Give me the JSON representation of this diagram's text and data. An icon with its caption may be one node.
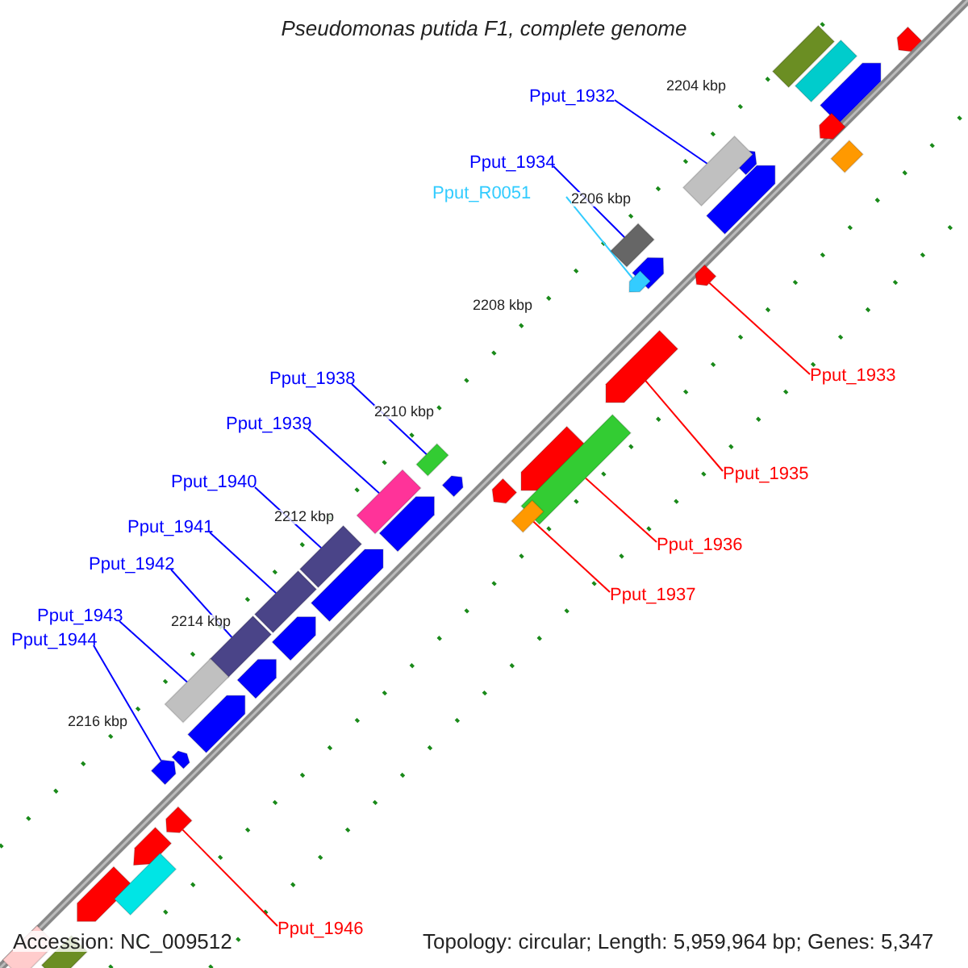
{
  "diagram": {
    "title": "Pseudomonas putida F1, complete genome",
    "nodes": [
      {
        "text": [
          "Pput_1932"
        ]
      },
      {
        "text": [
          "Pput_1934"
        ]
      },
      {
        "text": [
          "Pput_R0051"
        ]
      },
      {
        "text": [
          "Pput_1933"
        ]
      },
      {
        "text": [
          "Pput_1938"
        ]
      },
      {
        "text": [
          "Pput_1939"
        ]
      },
      {
        "text": [
          "Pput_1935"
        ]
      },
      {
        "text": [
          "Pput_1940"
        ]
      },
      {
        "text": [
          "Pput_1941"
        ]
      },
      {
        "text": [
          "Pput_1936"
        ]
      },
      {
        "text": [
          "Pput_1942"
        ]
      },
      {
        "text": [
          "Pput_1937"
        ]
      },
      {
        "text": [
          "Pput_1943"
        ]
      },
      {
        "text": [
          "Pput_1944"
        ]
      },
      {
        "text": [
          "Pput_1946"
        ]
      },
      {
        "text": [],
        "shape": "box"
      },
      {
        "text": [],
        "shape": "box"
      },
      {
        "text": [],
        "shape": "arrow"
      },
      {
        "text": [],
        "shape": "arrow"
      },
      {
        "text": [],
        "shape": "box"
      },
      {
        "text": [],
        "shape": "box"
      },
      {
        "text": [],
        "shape": "arrow"
      },
      {
        "text": [],
        "shape": "box"
      },
      {
        "text": [],
        "shape": "box"
      },
      {
        "text": [],
        "shape": "box"
      },
      {
        "text": [],
        "shape": "box"
      },
      {
        "text": [],
        "shape": "box"
      },
      {
        "text": [],
        "shape": "box"
      },
      {
        "text": [],
        "shape": "arrow"
      },
      {
        "text": [],
        "shape": "arrow"
      },
      {
        "text": [],
        "shape": "arrow"
      },
      {
        "text": [],
        "shape": "arrow"
      },
      {
        "text": [],
        "shape": "arrow"
      }
    ],
    "edges": [
      {
        "from": 0,
        "to": 15,
        "arrow": "none"
      },
      {
        "from": 1,
        "to": 16,
        "arrow": "none"
      },
      {
        "from": 2,
        "to": 17,
        "arrow": "none",
        "color": "#33ccff"
      },
      {
        "from": 3,
        "to": 18,
        "arrow": "none",
        "color": "#ff0000"
      },
      {
        "from": 4,
        "to": 19,
        "arrow": "none"
      },
      {
        "from": 5,
        "to": 20,
        "arrow": "none"
      },
      {
        "from": 6,
        "to": 21,
        "arrow": "none",
        "color": "#ff0000"
      },
      {
        "from": 7,
        "to": 22,
        "arrow": "none"
      },
      {
        "from": 8,
        "to": 23,
        "arrow": "none"
      },
      {
        "from": 9,
        "to": 24,
        "arrow": "none",
        "color": "#ff0000"
      },
      {
        "from": 10,
        "to": 25,
        "arrow": "none"
      },
      {
        "from": 11,
        "to": 26,
        "arrow": "none",
        "color": "#ff0000"
      },
      {
        "from": 12,
        "to": 27,
        "arrow": "none"
      },
      {
        "from": 13,
        "to": 28,
        "arrow": "none"
      },
      {
        "from": 14,
        "to": 29,
        "arrow": "none",
        "color": "#ff0000"
      }
    ],
    "labels": [
      "2204 kbp",
      "2206 kbp",
      "2208 kbp",
      "2210 kbp",
      "2212 kbp",
      "2214 kbp",
      "2216 kbp",
      "Accession: NC_009512",
      "Topology: circular; Length: 5,959,964 bp; Genes: 5,347"
    ]
  }
}
